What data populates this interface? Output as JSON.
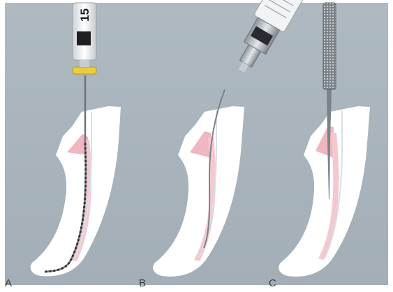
{
  "figure": {
    "panels": [
      {
        "label": "A",
        "instrument": "endodontic-file"
      },
      {
        "label": "B",
        "instrument": "irrigation-syringe"
      },
      {
        "label": "C",
        "instrument": "spreader-plugger"
      }
    ],
    "file_size_marking": "15",
    "colors": {
      "background": "#a9b4bc",
      "tooth": "#ffffff",
      "pulp": "#efb7bf",
      "handle": "#eeeeee",
      "gold_band": "#e8cf3a",
      "metal": "#b9bfc4"
    }
  }
}
